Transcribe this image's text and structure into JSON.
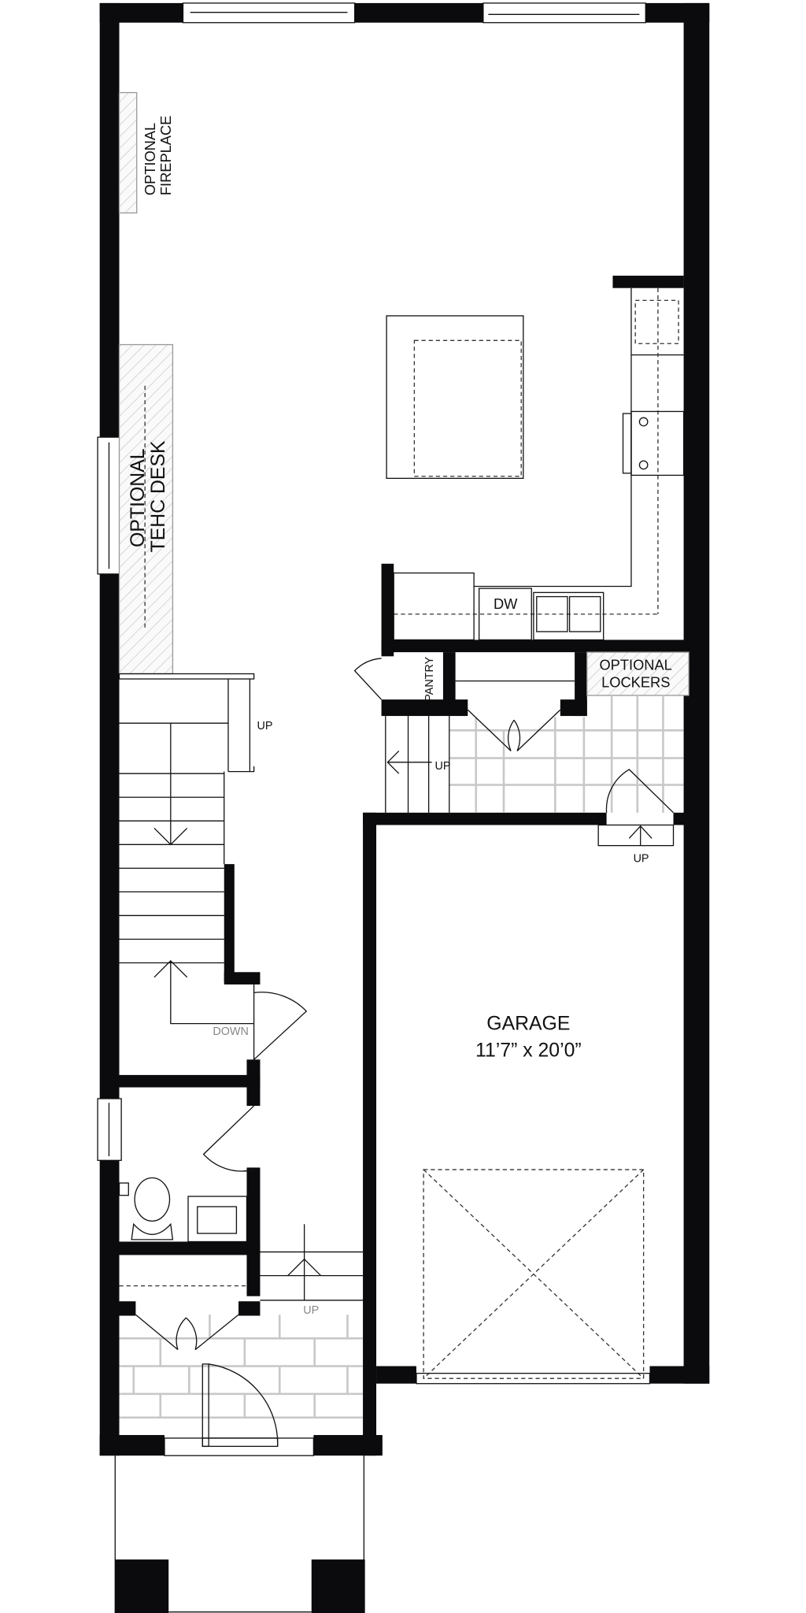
{
  "plan": {
    "labels": {
      "fireplace_line1": "OPTIONAL",
      "fireplace_line2": "FIREPLACE",
      "desk_line1": "OPTIONAL",
      "desk_line2": "TEHC DESK",
      "dishwasher": "DW",
      "pantry": "PANTRY",
      "lockers_line1": "OPTIONAL",
      "lockers_line2": "LOCKERS",
      "stair_up_main": "UP",
      "stair_up_mudroom": "UP",
      "stair_up_garage": "UP",
      "stair_up_foyer": "UP",
      "stair_down": "DOWN"
    },
    "garage": {
      "name": "GARAGE",
      "dimensions": "11’7” x 20’0”"
    }
  }
}
